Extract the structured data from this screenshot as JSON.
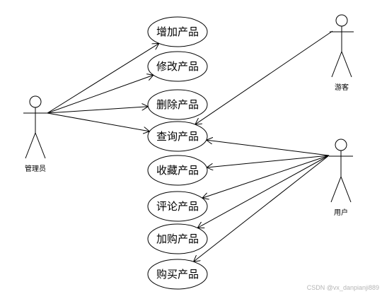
{
  "actors": {
    "admin": {
      "label": "管理员"
    },
    "visitor": {
      "label": "游客"
    },
    "user": {
      "label": "用户"
    }
  },
  "use_cases": [
    {
      "id": "add",
      "label": "增加产品"
    },
    {
      "id": "modify",
      "label": "修改产品"
    },
    {
      "id": "delete",
      "label": "删除产品"
    },
    {
      "id": "query",
      "label": "查询产品"
    },
    {
      "id": "favorite",
      "label": "收藏产品"
    },
    {
      "id": "review",
      "label": "评论产品"
    },
    {
      "id": "cart",
      "label": "加购产品"
    },
    {
      "id": "buy",
      "label": "购买产品"
    }
  ],
  "associations": [
    {
      "from": "admin",
      "to": "add"
    },
    {
      "from": "admin",
      "to": "modify"
    },
    {
      "from": "admin",
      "to": "delete"
    },
    {
      "from": "admin",
      "to": "query"
    },
    {
      "from": "visitor",
      "to": "query"
    },
    {
      "from": "user",
      "to": "query"
    },
    {
      "from": "user",
      "to": "favorite"
    },
    {
      "from": "user",
      "to": "review"
    },
    {
      "from": "user",
      "to": "cart"
    },
    {
      "from": "user",
      "to": "buy"
    }
  ],
  "watermark": "CSDN @vx_danpianji889"
}
